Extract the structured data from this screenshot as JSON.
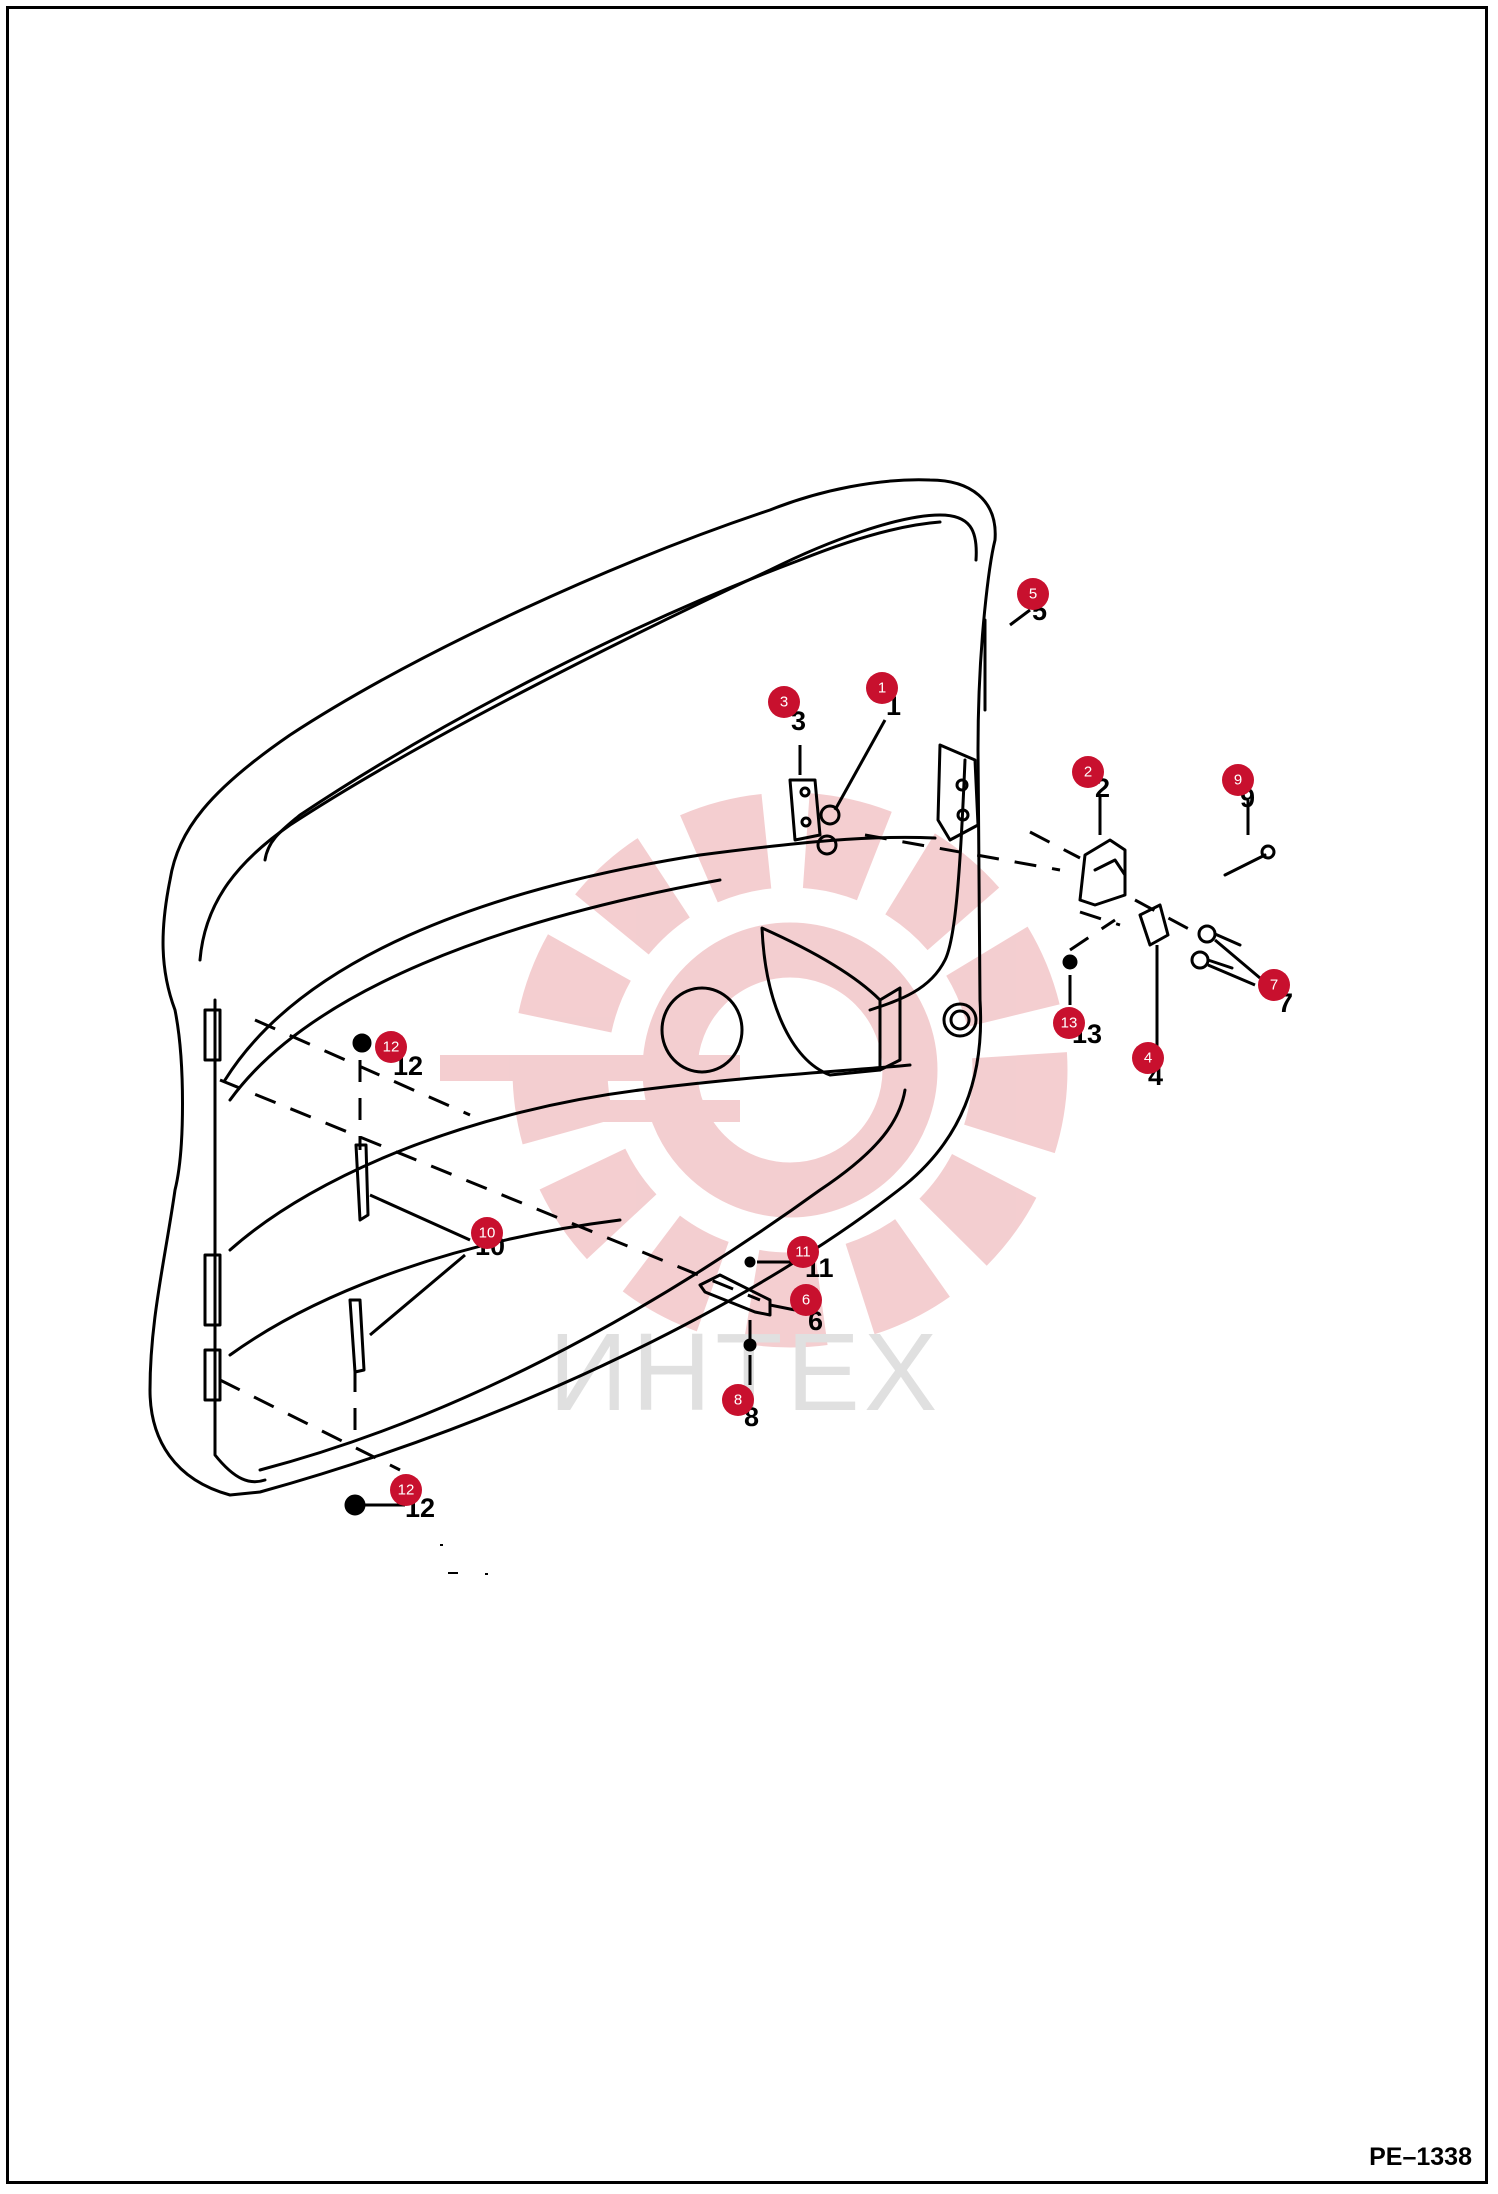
{
  "document_code": "PE–1338",
  "watermark": {
    "text": "ИНТЕХ",
    "color": "#e0e0e0",
    "logo_color": "#f2c6c8"
  },
  "marker_color": "#c8102e",
  "callouts": [
    {
      "id": "1",
      "label": "1"
    },
    {
      "id": "2",
      "label": "2"
    },
    {
      "id": "3",
      "label": "3"
    },
    {
      "id": "4",
      "label": "4"
    },
    {
      "id": "5",
      "label": "5"
    },
    {
      "id": "6",
      "label": "6"
    },
    {
      "id": "7",
      "label": "7"
    },
    {
      "id": "8",
      "label": "8"
    },
    {
      "id": "9",
      "label": "9"
    },
    {
      "id": "10",
      "label": "10"
    },
    {
      "id": "11",
      "label": "11"
    },
    {
      "id": "12a",
      "label": "12"
    },
    {
      "id": "12b",
      "label": "12"
    },
    {
      "id": "13",
      "label": "13"
    }
  ]
}
